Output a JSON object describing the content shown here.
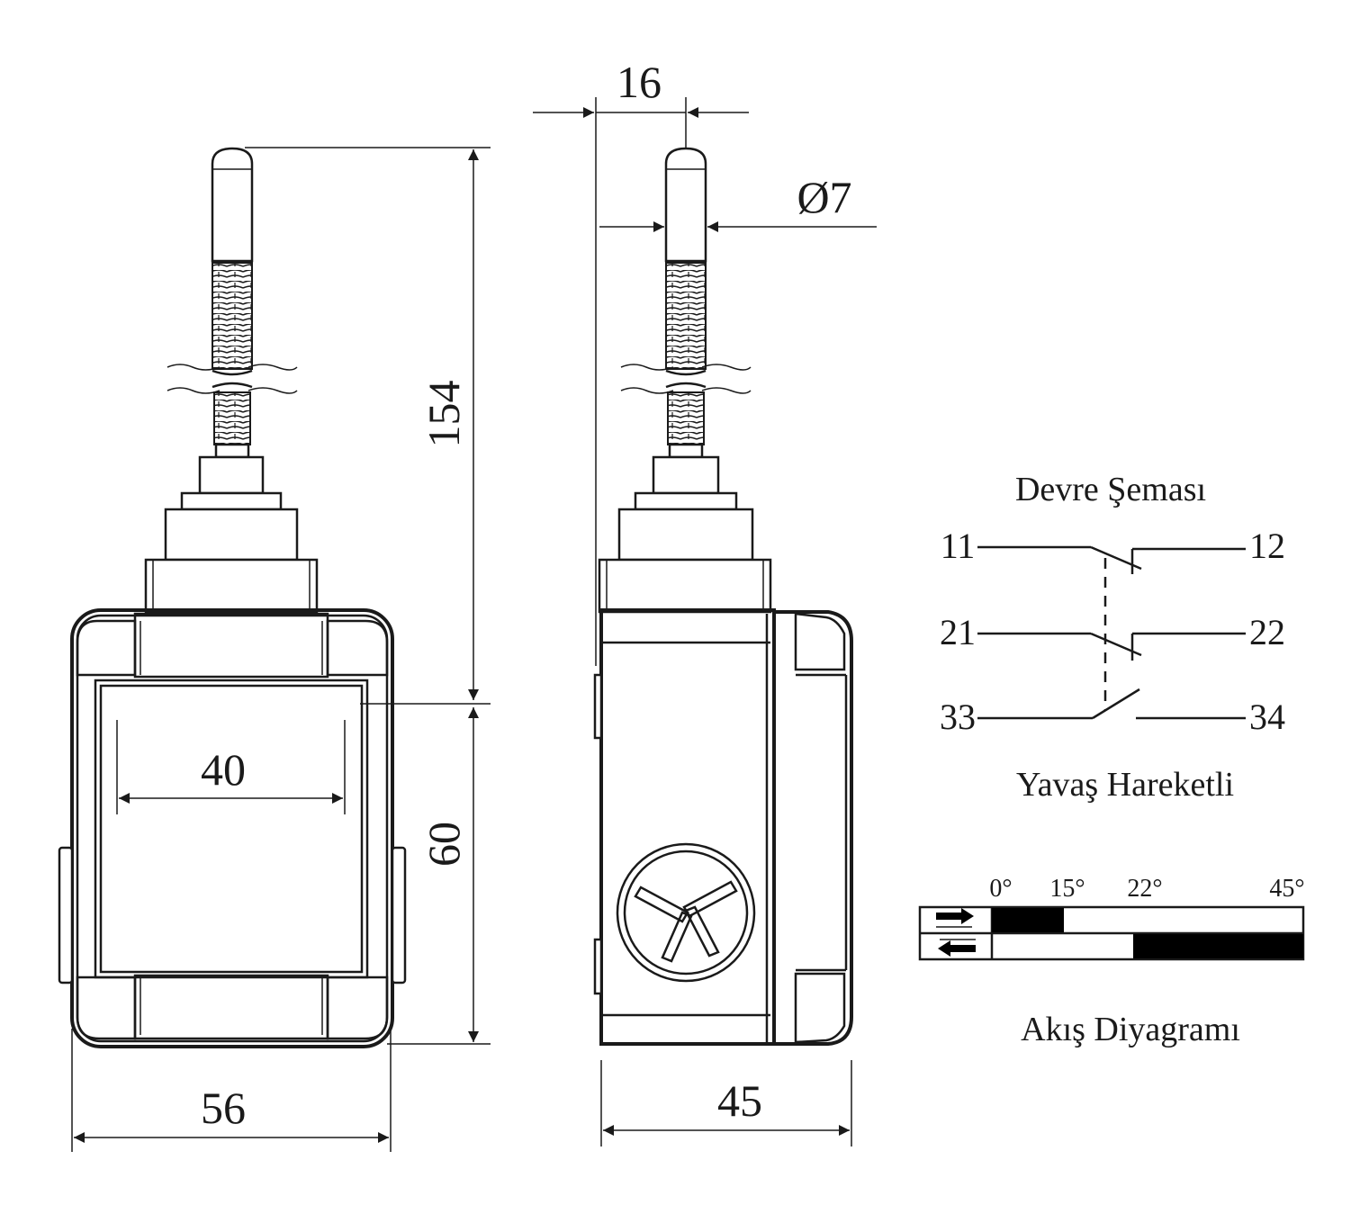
{
  "dimensions": {
    "total_height": "154",
    "body_height": "60",
    "inner_width": "40",
    "body_width": "56",
    "side_depth": "45",
    "rod_offset": "16",
    "rod_diameter": "Ø7"
  },
  "circuit": {
    "title": "Devre Şeması",
    "contacts": [
      {
        "left": "11",
        "right": "12",
        "type": "NC"
      },
      {
        "left": "21",
        "right": "22",
        "type": "NC"
      },
      {
        "left": "33",
        "right": "34",
        "type": "NO"
      }
    ],
    "mode": "Yavaş Hareketli"
  },
  "flow_diagram": {
    "title": "Akış Diyagramı",
    "angles": [
      "0°",
      "15°",
      "22°",
      "45°"
    ],
    "rows": [
      {
        "direction": "forward",
        "active_start_deg": 0,
        "active_end_deg": 15
      },
      {
        "direction": "return",
        "active_start_deg": 22,
        "active_end_deg": 45
      }
    ]
  }
}
